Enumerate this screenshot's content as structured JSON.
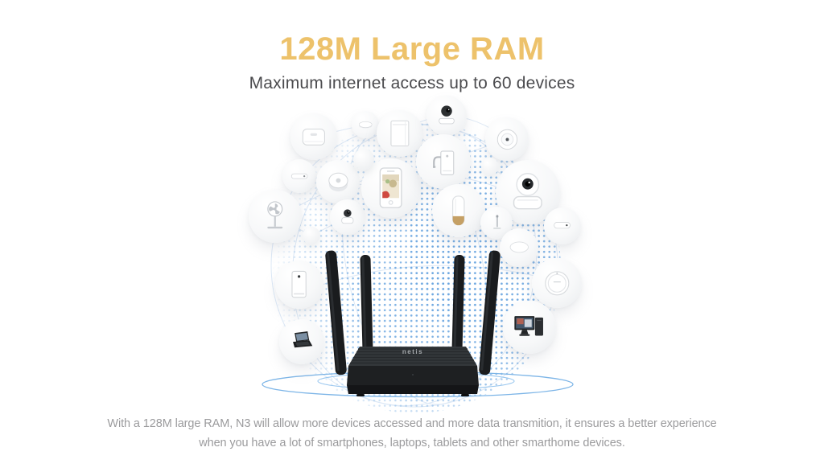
{
  "header": {
    "title": "128M Large RAM",
    "subtitle": "Maximum internet access up to 60 devices",
    "title_color": "#edc26b",
    "subtitle_color": "#4b4b4e"
  },
  "footer": {
    "line1": "With a 128M large RAM, N3 will allow more devices accessed and more data transmition, it ensures a better experience",
    "line2": "when you have a lot of smartphones, laptops, tablets and other smarthome devices.",
    "text_color": "#9b9b9d"
  },
  "router": {
    "brand": "netis",
    "model": "N3",
    "antenna_count": 4,
    "body_color": "#1e2022"
  },
  "illustration": {
    "accent_blue": "#66a3df",
    "arc_color": "#d9e7f6",
    "ring_color": "#7db5e7",
    "device_icons": [
      "rice-cooker-icon",
      "power-strip-icon",
      "round-speaker-icon",
      "stand-fan-icon",
      "mini-camera-icon",
      "air-purifier-tall-icon",
      "laptop-icon",
      "oval-speaker-icon",
      "air-purifier-box-icon",
      "smartphone-icon",
      "home-camera-icon",
      "water-purifier-icon",
      "smart-speaker-icon",
      "smoke-detector-icon",
      "ptz-camera-icon",
      "toothbrush-icon",
      "wall-switch-icon",
      "ceiling-lamp-icon",
      "smart-hub-disc-icon",
      "desktop-pc-icon"
    ]
  }
}
